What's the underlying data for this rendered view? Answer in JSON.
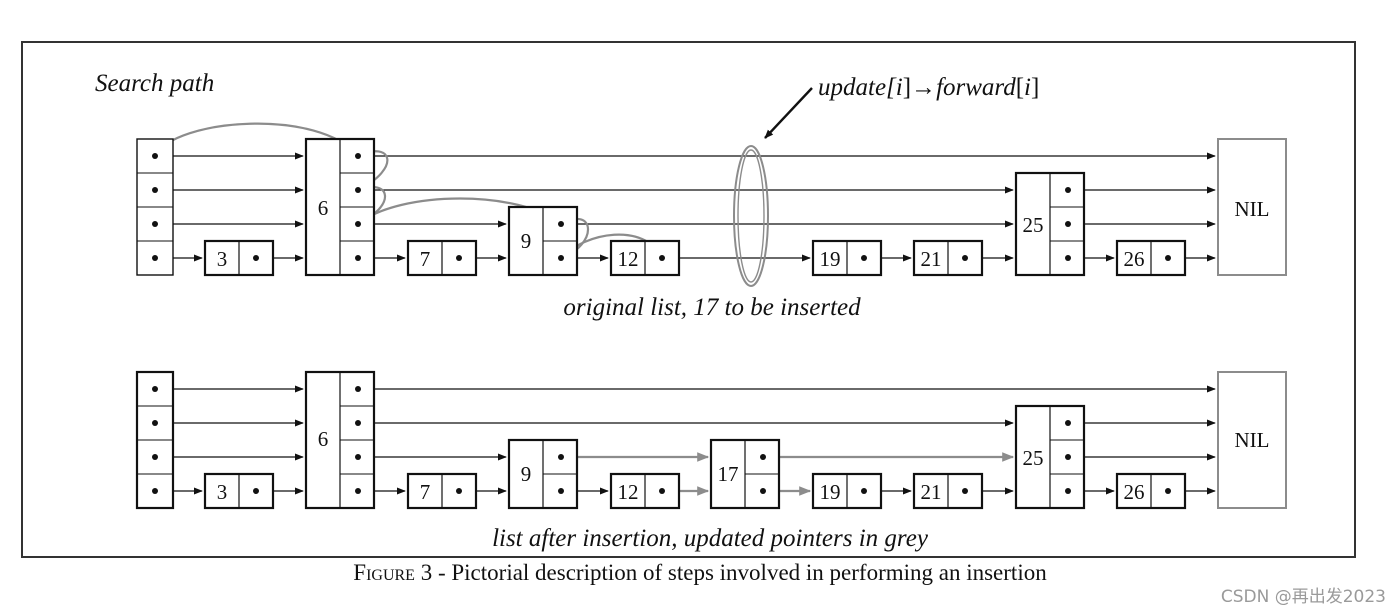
{
  "figure": {
    "search_path_label": "Search path",
    "update_label_parts": [
      "update[",
      "i",
      "]→",
      "forward",
      "[",
      "i",
      "]"
    ],
    "top_caption": "original list, 17 to be inserted",
    "bottom_caption": "list after insertion, updated pointers in grey",
    "figure_caption_prefix": "Figure 3",
    "figure_caption_text": " - Pictorial description of steps involved in performing an insertion",
    "nil_label": "NIL",
    "watermark": "CSDN @再出发2023"
  },
  "colors": {
    "line": "#111111",
    "grey": "#8c8c8c",
    "box": "#111111"
  },
  "original_list": {
    "header_levels": 4,
    "nodes": [
      {
        "key": "3",
        "levels": 1
      },
      {
        "key": "6",
        "levels": 4
      },
      {
        "key": "7",
        "levels": 1
      },
      {
        "key": "9",
        "levels": 2
      },
      {
        "key": "12",
        "levels": 1
      },
      {
        "key": "19",
        "levels": 1
      },
      {
        "key": "21",
        "levels": 1
      },
      {
        "key": "25",
        "levels": 3
      },
      {
        "key": "26",
        "levels": 1
      }
    ]
  },
  "after_insertion": {
    "header_levels": 4,
    "nodes": [
      {
        "key": "3",
        "levels": 1
      },
      {
        "key": "6",
        "levels": 4
      },
      {
        "key": "7",
        "levels": 1
      },
      {
        "key": "9",
        "levels": 2
      },
      {
        "key": "12",
        "levels": 1
      },
      {
        "key": "17",
        "levels": 2
      },
      {
        "key": "19",
        "levels": 1
      },
      {
        "key": "21",
        "levels": 1
      },
      {
        "key": "25",
        "levels": 3
      },
      {
        "key": "26",
        "levels": 1
      }
    ]
  }
}
